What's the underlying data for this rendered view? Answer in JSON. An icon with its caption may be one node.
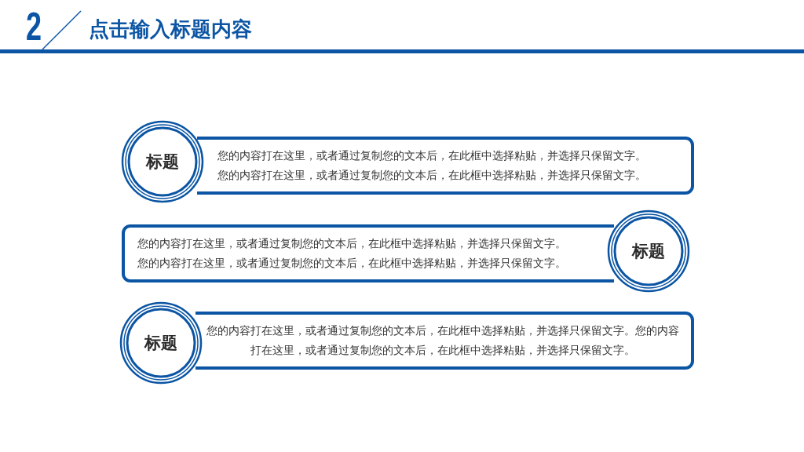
{
  "diagram": {
    "title": "点击输入标题内容",
    "nodes": [
      {
        "text": [
          "标题"
        ]
      },
      {
        "text": [
          "您的内容打在这里，或者通过复制您的文本后，在此框中选择粘贴，并选择只保留文字。",
          "您的内容打在这里，或者通过复制您的文本后，在此框中选择粘贴，并选择只保留文字。"
        ]
      },
      {
        "text": [
          "您的内容打在这里，或者通过复制您的文本后，在此框中选择粘贴，并选择只保留文字。",
          "您的内容打在这里，或者通过复制您的文本后，在此框中选择粘贴，并选择只保留文字。"
        ]
      },
      {
        "text": [
          "标题"
        ]
      },
      {
        "text": [
          "标题"
        ]
      },
      {
        "text": [
          "您的内容打在这里，或者通过复制您的文本后，在此框中选择粘贴，并选择只保留文字。您的内容打在这里，或者通过复制您的文本后，在此框中选择粘贴，并选择只保留文字。"
        ]
      }
    ],
    "labels": [
      "2"
    ]
  }
}
